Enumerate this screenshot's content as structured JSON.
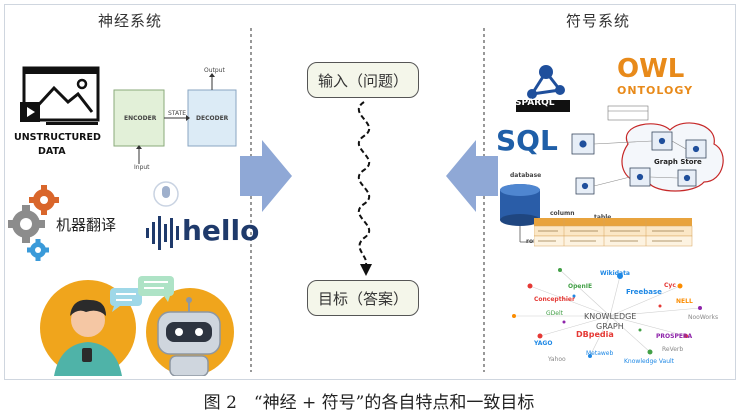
{
  "left_panel": {
    "title": "神经系统",
    "unstructured_label": "UNSTRUCTURED",
    "data_label": "DATA",
    "encoder_label": "ENCODER",
    "decoder_label": "DECODER",
    "state_label": "STATE",
    "output_label": "Output",
    "input_label": "Input",
    "mt_label": "机器翻译",
    "hello_label": "hello"
  },
  "center": {
    "input_box": "输入（问题）",
    "target_box": "目标（答案）"
  },
  "right_panel": {
    "title": "符号系统",
    "sparql_label": "SPARQL",
    "owl_label": "OWL",
    "ontology_label": "ONTOLOGY",
    "sql_label": "SQL",
    "graph_store_label": "Graph Store",
    "database_label": "database",
    "column_label": "column",
    "table_label": "table",
    "row_label": "row",
    "kg_labels": [
      "KNOWLEDGE",
      "GRAPH"
    ],
    "kg_names": [
      "OpenIE",
      "Wikidata",
      "Freebase",
      "Cyc",
      "NELL",
      "Concepthier",
      "DBpedia",
      "PROSPERA",
      "YAGO",
      "Metaweb",
      "Knowledge Vault",
      "GDelt",
      "NooWorks",
      "ReVerb",
      "Yahoo"
    ]
  },
  "caption": "图 2　“神经 + 符号”的各自特点和一致目标",
  "colors": {
    "arrow": "#8fa8d6",
    "box_fill": "#f4f6ea",
    "owl_orange": "#e88a1a",
    "sql_blue": "#1f5fa8",
    "gear_orange": "#d9662b",
    "gear_gray": "#8c8c8c",
    "gear_blue": "#3a9ad9",
    "hello_navy": "#1f3a6b",
    "bot_bg": "#f0a51c"
  }
}
